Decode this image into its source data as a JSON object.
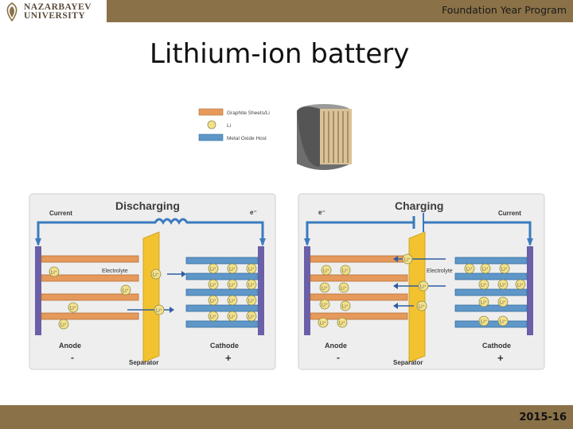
{
  "header": {
    "logo_line1": "NAZARBAYEV",
    "logo_line2": "UNIVERSITY",
    "program": "Foundation Year Program"
  },
  "slide": {
    "title": "Lithium-ion battery"
  },
  "legend": {
    "graphite": "Graphite Sheets/Li",
    "li": "Li",
    "metal_oxide": "Metal Oxide Host"
  },
  "discharging": {
    "title": "Discharging",
    "current": "Current",
    "electron": "e⁻",
    "electrolyte": "Electrolyte",
    "anode": "Anode",
    "anode_sign": "-",
    "separator": "Separator",
    "cathode": "Cathode",
    "cathode_sign": "+"
  },
  "charging": {
    "title": "Charging",
    "current": "Current",
    "electron": "e⁻",
    "electrolyte": "Electrolyte",
    "anode": "Anode",
    "anode_sign": "-",
    "separator": "Separator",
    "cathode": "Cathode",
    "cathode_sign": "+"
  },
  "ion_label": "Li⁺",
  "footer": {
    "year": "2015-16"
  },
  "colors": {
    "bar": "#8a7147",
    "graphite": "#e59a5c",
    "metal_oxide": "#5e97c8",
    "separator": "#f2c230",
    "collector": "#6a5fa8",
    "wire": "#3a7bbf"
  }
}
